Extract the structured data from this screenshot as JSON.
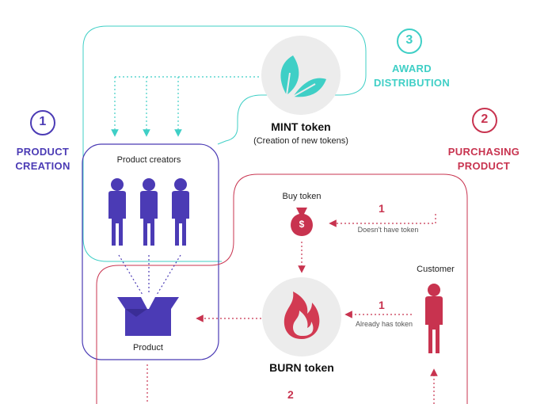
{
  "steps": {
    "product_creation": {
      "number": "1",
      "title_line1": "PRODUCT",
      "title_line2": "CREATION",
      "color": "#4b3bb5"
    },
    "purchasing_product": {
      "number": "2",
      "title_line1": "PURCHASING",
      "title_line2": "PRODUCT",
      "color": "#c8334f"
    },
    "award_distribution": {
      "number": "3",
      "title_line1": "AWARD",
      "title_line2": "DISTRIBUTION",
      "color": "#3fcfc6"
    }
  },
  "nodes": {
    "product_creators": {
      "label": "Product creators"
    },
    "product": {
      "label": "Product"
    },
    "mint": {
      "title": "MINT token",
      "subtitle": "(Creation of new tokens)"
    },
    "burn": {
      "title": "BURN token"
    },
    "buy_token": {
      "label": "Buy token",
      "symbol": "$"
    },
    "customer": {
      "label": "Customer"
    }
  },
  "edges": {
    "doesnt_have_token": {
      "number": "1",
      "label": "Doesn't have token"
    },
    "already_has_token": {
      "number": "1",
      "label": "Already has token"
    },
    "bottom": {
      "number": "2"
    }
  },
  "colors": {
    "purple": "#4b3bb5",
    "red": "#c8334f",
    "teal": "#3fcfc6",
    "circle_bg": "#ececec"
  }
}
